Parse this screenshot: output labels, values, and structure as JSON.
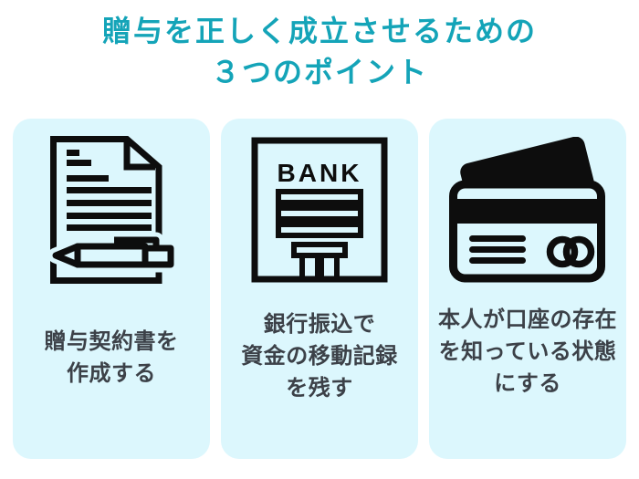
{
  "title": {
    "line1": "贈与を正しく成立させるための",
    "line2": "３つのポイント"
  },
  "colors": {
    "accent_teal": "#14a4b8",
    "card_background": "#dcf7fd",
    "icon_black": "#0d0d0d",
    "text_dark": "#3c4148",
    "page_background": "#ffffff"
  },
  "cards": [
    {
      "id": "contract",
      "icon": "document-pen-icon",
      "lines": [
        "贈与契約書を",
        "作成する",
        ""
      ]
    },
    {
      "id": "bank-transfer",
      "icon": "bank-building-icon",
      "bank_sign": "BANK",
      "lines": [
        "銀行振込で",
        "資金の移動記録",
        "を残す"
      ]
    },
    {
      "id": "account-awareness",
      "icon": "credit-cards-icon",
      "lines": [
        "本人が口座の存在",
        "を知っている状態",
        "にする"
      ]
    }
  ]
}
